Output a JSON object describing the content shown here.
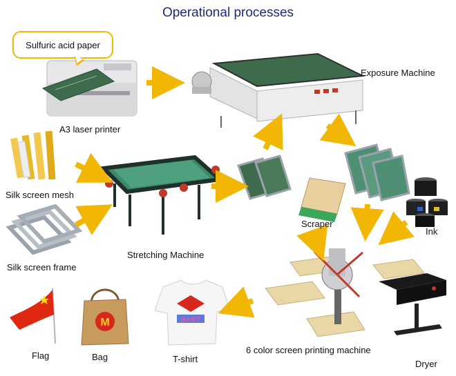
{
  "title": "Operational processes",
  "callout": "Sulfuric acid paper",
  "labels": {
    "laser_printer": "A3 laser printer",
    "exposure_machine": "Exposure Machine",
    "silk_mesh": "Silk screen mesh",
    "silk_frame": "Silk screen frame",
    "stretching_machine": "Stretching Machine",
    "scraper": "Scraper",
    "ink": "Ink",
    "printing_machine": "6 color screen printing machine",
    "dryer": "Dryer",
    "flag": "Flag",
    "bag": "Bag",
    "tshirt": "T-shirt"
  },
  "product_text": {
    "bag_logo": "M",
    "tshirt_brand": "BABY"
  },
  "colors": {
    "arrow": "#f2b705",
    "title": "#1f2a7a",
    "screen_green": "#3d6b4c",
    "machine_gray": "#e3e3e3"
  }
}
